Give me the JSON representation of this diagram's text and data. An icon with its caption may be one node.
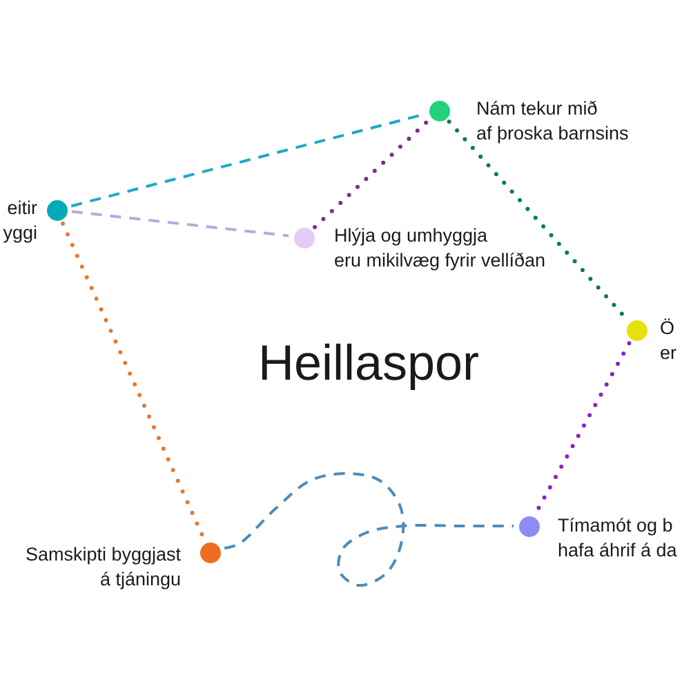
{
  "diagram": {
    "title": "Heillaspor",
    "nodes": [
      {
        "text": [],
        "shape": "circle",
        "beside": [
          "Nám tekur mið af þroska barnsins"
        ]
      },
      {
        "text": [],
        "shape": "circle",
        "beside": [
          "eitir yggi"
        ]
      },
      {
        "text": [],
        "shape": "circle",
        "beside": [
          "Hlýja og umhyggja eru mikilvæg fyrir vellíðan"
        ]
      },
      {
        "text": [],
        "shape": "circle",
        "beside": [
          "Ö er"
        ]
      },
      {
        "text": [],
        "shape": "circle",
        "beside": [
          "Tímamót og b hafa áhrif á da"
        ]
      },
      {
        "text": [],
        "shape": "circle",
        "beside": [
          "Samskipti byggjast á tjáningu"
        ]
      }
    ],
    "edges": [
      {
        "from": 1,
        "to": 0,
        "arrow": "none",
        "style": "dashed",
        "color": "#1fa9c4"
      },
      {
        "from": 1,
        "to": 2,
        "arrow": "none",
        "style": "dashed",
        "color": "#b3acd9"
      },
      {
        "from": 2,
        "to": 0,
        "arrow": "none",
        "color": "#7b2d8e"
      },
      {
        "from": 0,
        "to": 3,
        "arrow": "none",
        "color": "#0b7a55"
      },
      {
        "from": 3,
        "to": 4,
        "arrow": "none",
        "color": "#8c1fc9"
      },
      {
        "from": 1,
        "to": 5,
        "arrow": "none",
        "color": "#e8792e"
      },
      {
        "from": 5,
        "to": 4,
        "arrow": "none",
        "style": "dashed",
        "color": "#4f8bb8"
      }
    ]
  }
}
